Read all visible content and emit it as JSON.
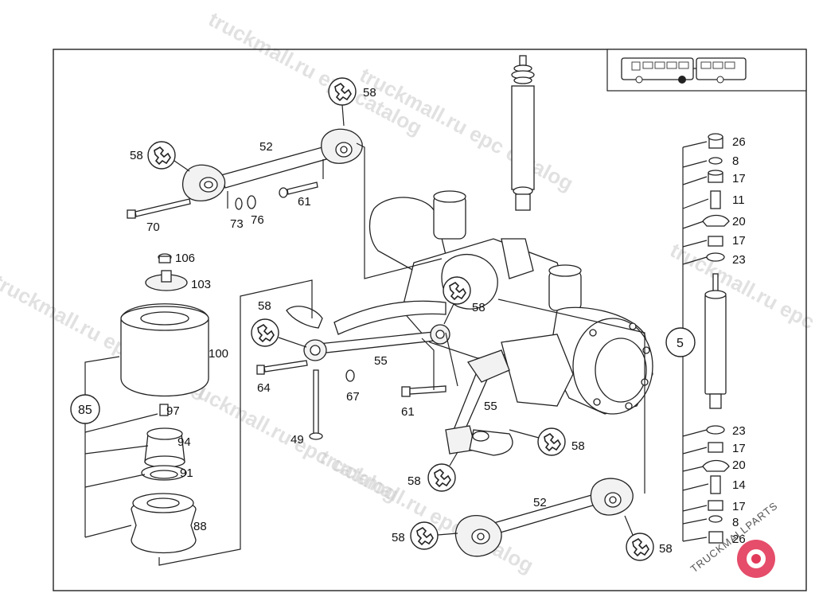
{
  "watermark": "truckmall.ru epc catalog",
  "logo_text": "TRUCKMALLPARTS",
  "callouts": {
    "c58": "58",
    "c52": "52",
    "c70": "70",
    "c73": "73",
    "c76": "76",
    "c61": "61",
    "c106": "106",
    "c103": "103",
    "c100": "100",
    "c85": "85",
    "c97": "97",
    "c94": "94",
    "c91": "91",
    "c88": "88",
    "c55": "55",
    "c64": "64",
    "c67": "67",
    "c49": "49",
    "c5": "5",
    "c26": "26",
    "c8": "8",
    "c17": "17",
    "c11": "11",
    "c20": "20",
    "c23": "23",
    "c14": "14"
  },
  "icons": {
    "wrench": "wrench-icon",
    "bus": "articulated-bus-icon",
    "logo": "truckmallparts-logo-icon"
  }
}
